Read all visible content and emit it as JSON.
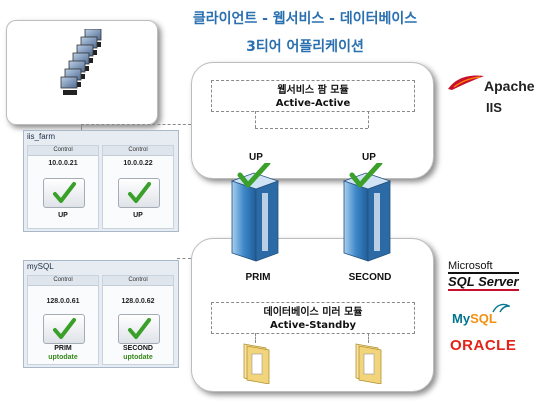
{
  "title": {
    "line1": "클라이언트 - 웹서비스 - 데이터베이스",
    "line2": "3티어 어플리케이션"
  },
  "iis_farm": {
    "title": "iis_farm",
    "nodes": [
      {
        "header": "Control",
        "ip": "10.0.0.21",
        "label": "UP"
      },
      {
        "header": "Control",
        "ip": "10.0.0.22",
        "label": "UP"
      }
    ]
  },
  "mysql": {
    "title": "mySQL",
    "nodes": [
      {
        "header": "Control",
        "ip": "128.0.0.61",
        "label": "PRIM",
        "status": "uptodate"
      },
      {
        "header": "Control",
        "ip": "128.0.0.62",
        "label": "SECOND",
        "status": "uptodate"
      }
    ]
  },
  "web_tier": {
    "module_line1": "웹서비스 팜 모듈",
    "module_line2": "Active-Active",
    "left_label": "UP",
    "right_label": "UP"
  },
  "db_tier": {
    "module_line1": "데이터베이스 미러 모듈",
    "module_line2": "Active-Standby",
    "left_label": "PRIM",
    "right_label": "SECOND"
  },
  "logos": {
    "apache": "Apache",
    "iis": "IIS",
    "mssql_top": "Microsoft",
    "mssql_bottom": "SQL Server",
    "mysql_my": "My",
    "mysql_sql": "SQL",
    "oracle": "ORACLE"
  },
  "colors": {
    "title": "#2a6fb0",
    "check": "#3aa02a",
    "server_blue": "#3d87c8",
    "status_green": "#3a8a1c",
    "oracle_red": "#e2231a",
    "mysql_blue": "#00758f",
    "mysql_orange": "#f29111"
  }
}
